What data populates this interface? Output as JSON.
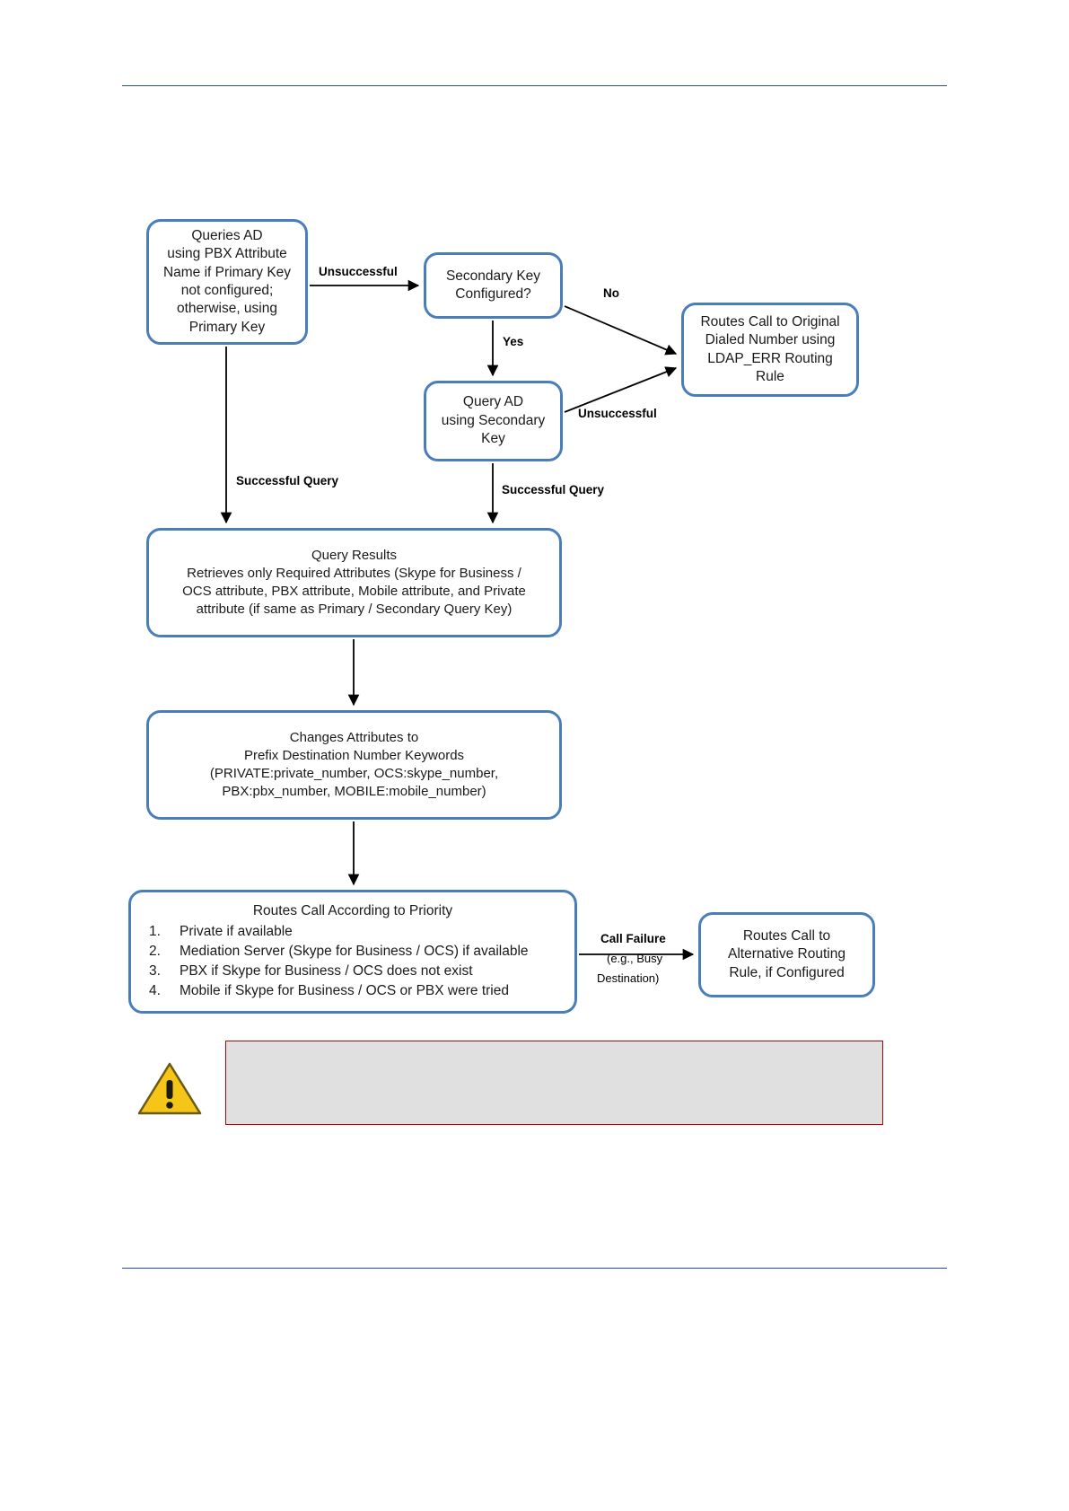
{
  "document": {
    "type": "flowchart",
    "has_header_rule": true,
    "has_footer_rule": true
  },
  "colors": {
    "node_border": "#4a7ebb",
    "node_fill": "#ffffff",
    "connector": "#000000",
    "rule": "#2b4a9b",
    "note_border": "#c00000",
    "note_fill": "#e0e0e0",
    "warning_fill": "#f5c518"
  },
  "nodes": {
    "queries_ad": {
      "name": "queries-ad",
      "lines": [
        "Queries AD",
        "using PBX Attribute",
        "Name if Primary Key",
        "not configured;",
        "otherwise, using",
        "Primary Key"
      ]
    },
    "secondary_key": {
      "name": "secondary-key-configured",
      "lines": [
        "Secondary Key",
        "Configured?"
      ]
    },
    "query_secondary": {
      "name": "query-ad-secondary-key",
      "lines": [
        "Query AD",
        "using Secondary",
        "Key"
      ]
    },
    "routes_ldap_err": {
      "name": "routes-call-original-dialed-number",
      "lines": [
        "Routes Call to Original",
        "Dialed Number using",
        "LDAP_ERR Routing",
        "Rule"
      ]
    },
    "query_results": {
      "name": "query-results",
      "lines": [
        "Query Results",
        "Retrieves only Required Attributes (Skype for Business /",
        "OCS attribute, PBX attribute, Mobile attribute, and Private",
        "attribute (if same as Primary / Secondary Query Key)"
      ]
    },
    "changes_attributes": {
      "name": "changes-attributes-to-prefix-keywords",
      "lines": [
        "Changes Attributes to",
        "Prefix Destination Number Keywords",
        "(PRIVATE:private_number,  OCS:skype_number,",
        "PBX:pbx_number,  MOBILE:mobile_number)"
      ]
    },
    "routes_priority": {
      "name": "routes-call-according-to-priority",
      "title": "Routes Call According to Priority",
      "items": [
        "Private if available",
        "Mediation Server (Skype for Business / OCS) if available",
        "PBX if Skype for Business / OCS does not exist",
        "Mobile if Skype for Business / OCS or PBX were tried"
      ]
    },
    "routes_alternative": {
      "name": "routes-call-alternative-routing-rule",
      "lines": [
        "Routes Call to",
        "Alternative Routing",
        "Rule, if Configured"
      ]
    }
  },
  "edge_labels": {
    "unsuccessful_1": "Unsuccessful",
    "no": "No",
    "yes": "Yes",
    "unsuccessful_2": "Unsuccessful",
    "successful_query_1": "Successful Query",
    "successful_query_2": "Successful Query",
    "call_failure": "Call Failure",
    "call_failure_detail_1": "(e.g., Busy",
    "call_failure_detail_2": "Destination)"
  },
  "note": {
    "name": "note-callout",
    "icon": "warning-triangle-icon",
    "text": ""
  }
}
